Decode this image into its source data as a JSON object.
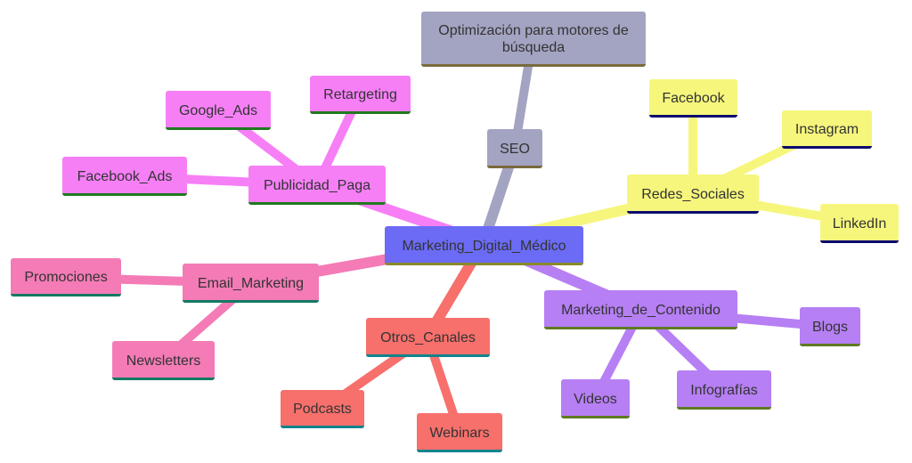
{
  "colors": {
    "seo": "#a3a3c2",
    "redes": "#f6f67d",
    "contenido": "#b67ff4",
    "otros": "#f7706c",
    "email": "#f47bb6",
    "publicidad": "#f67ff6",
    "root": "#6b6bf5"
  },
  "mindmap": {
    "root": {
      "label": "Marketing_Digital_Médico"
    },
    "seo": {
      "label": "SEO",
      "child": "Optimización para motores de búsqueda"
    },
    "redes": {
      "label": "Redes_Sociales",
      "children": [
        "Facebook",
        "Instagram",
        "LinkedIn"
      ]
    },
    "contenido": {
      "label": "Marketing_de_Contenido",
      "children": [
        "Blogs",
        "Infografías",
        "Videos"
      ]
    },
    "otros": {
      "label": "Otros_Canales",
      "children": [
        "Webinars",
        "Podcasts"
      ]
    },
    "email": {
      "label": "Email_Marketing",
      "children": [
        "Newsletters",
        "Promociones"
      ]
    },
    "publicidad": {
      "label": "Publicidad_Paga",
      "children": [
        "Facebook_Ads",
        "Google_Ads",
        "Retargeting"
      ]
    }
  }
}
